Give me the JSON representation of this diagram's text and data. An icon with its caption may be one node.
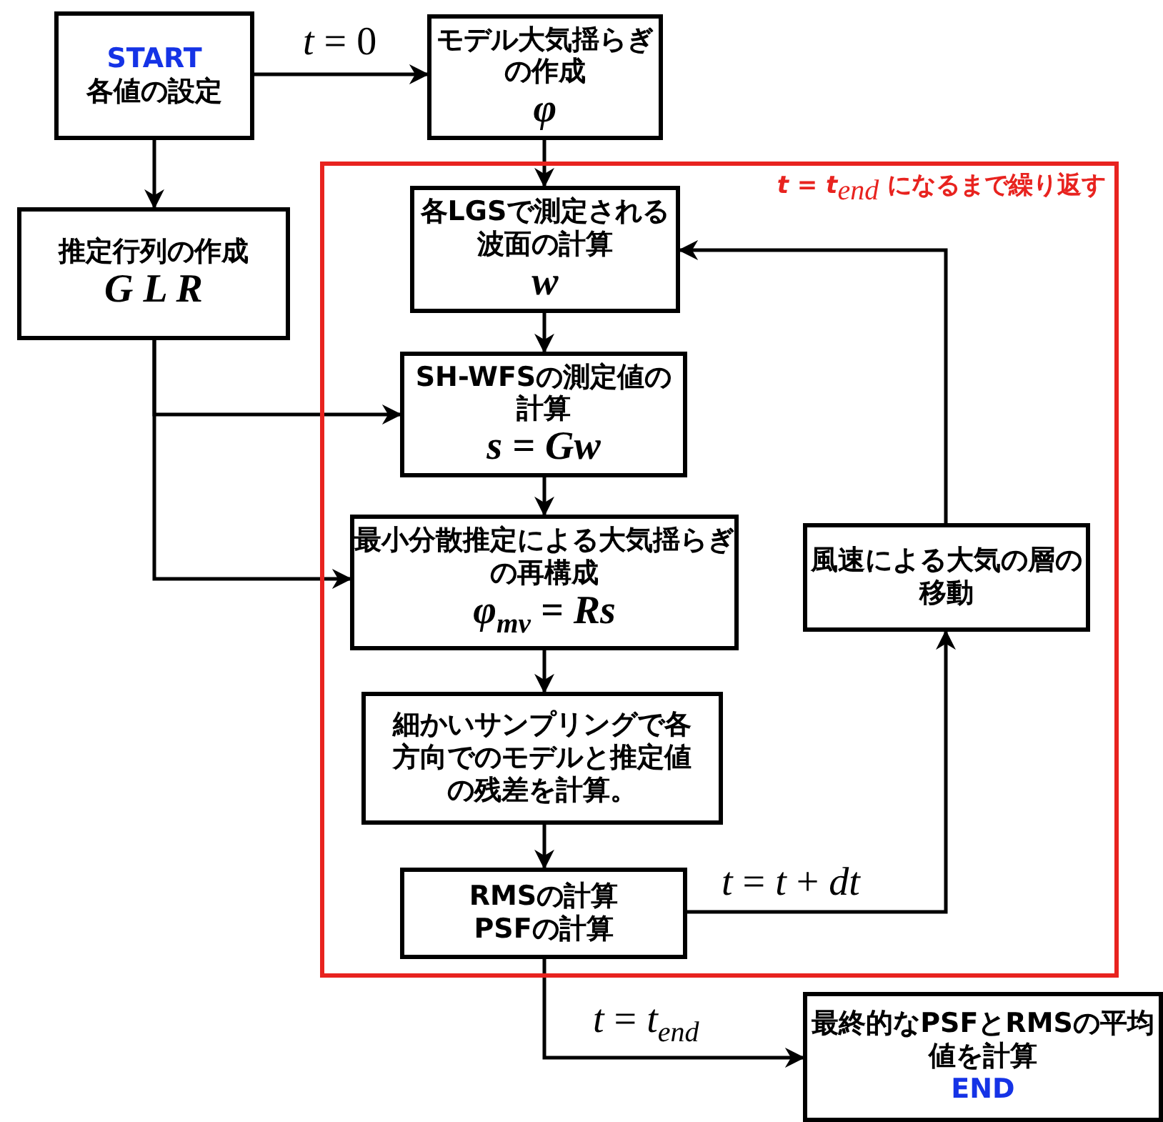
{
  "diagram": {
    "nodes": [
      {
        "text": [
          "START",
          "各値の設定"
        ]
      },
      {
        "text": [
          "モデル大気揺らぎの作成",
          "φ"
        ]
      },
      {
        "text": [
          "*t* = *t*$_{end}$ になるまで繰り返す"
        ]
      },
      {
        "text": [
          "各LGSで測定される波面の計算",
          "w"
        ],
        "in": 2
      },
      {
        "text": [
          "推定行列の作成",
          "G L R"
        ]
      },
      {
        "text": [
          "SH-WFSの測定値の計算",
          "*s* = *Gw*"
        ],
        "in": 2
      },
      {
        "text": [
          "最小分散推定による大気揺らぎの再構成",
          "*φ*$_{mv}$ = *Rs*"
        ],
        "in": 2
      },
      {
        "text": [
          "風速による大気の層の移動"
        ],
        "in": 2
      },
      {
        "text": [
          "細かいサンプリングで各方向でのモデルと推定値の残差を計算。"
        ],
        "in": 2
      },
      {
        "text": [
          "RMSの計算",
          "PSFの計算"
        ],
        "in": 2
      },
      {
        "text": [
          "最終的なPSFとRMSの平均値を計算",
          "END"
        ]
      }
    ],
    "edges": [
      {
        "from": 0,
        "to": 1,
        "arrow": "to",
        "label": "*t* = 0"
      },
      {
        "from": 0,
        "to": 4,
        "arrow": "to"
      },
      {
        "from": 1,
        "to": 3,
        "arrow": "to"
      },
      {
        "from": 3,
        "to": 5,
        "arrow": "to"
      },
      {
        "from": 4,
        "to": 5,
        "arrow": "to"
      },
      {
        "from": 4,
        "to": 6,
        "arrow": "to"
      },
      {
        "from": 5,
        "to": 6,
        "arrow": "to"
      },
      {
        "from": 6,
        "to": 8,
        "arrow": "to"
      },
      {
        "from": 8,
        "to": 9,
        "arrow": "to"
      },
      {
        "from": 9,
        "to": 7,
        "arrow": "to",
        "label": "*t* = *t* + *dt*"
      },
      {
        "from": 7,
        "to": 3,
        "arrow": "to"
      },
      {
        "from": 9,
        "to": 10,
        "arrow": "to",
        "label": "*t* = *t*$_{end}$"
      }
    ]
  }
}
